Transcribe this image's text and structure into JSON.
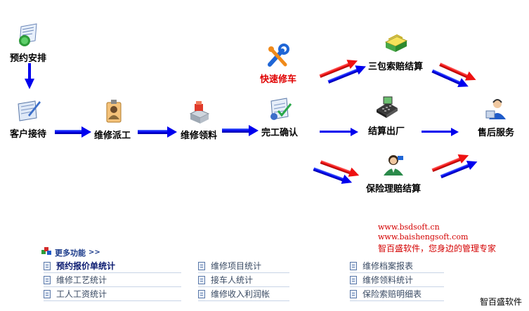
{
  "nodes": {
    "appointment": "预约安排",
    "reception": "客户接待",
    "dispatch": "维修派工",
    "parts": "维修领料",
    "complete": "完工确认",
    "quick_repair": "快速修车",
    "warranty_claim": "三包索赔结算",
    "checkout": "结算出厂",
    "insurance_claim": "保险理赔结算",
    "after_sales": "售后服务"
  },
  "website": {
    "url1": "www.bsdsoft.cn",
    "url2": "www.baishengsoft.com",
    "slogan": "智百盛软件，您身边的管理专家"
  },
  "more": {
    "title": "更多功能",
    "chevron": ">>"
  },
  "links": [
    [
      "预约报价单统计",
      "维修项目统计",
      "维修档案报表"
    ],
    [
      "维修工艺统计",
      "接车人统计",
      "维修领料统计"
    ],
    [
      "工人工资统计",
      "维修收入利润帐",
      "保险索赔明细表"
    ]
  ],
  "brand": "智百盛软件",
  "colors": {
    "arrow_blue": "#0000ee",
    "arrow_red": "#ee1111",
    "accent_red": "#e00000",
    "link_text": "#3a4b64"
  }
}
